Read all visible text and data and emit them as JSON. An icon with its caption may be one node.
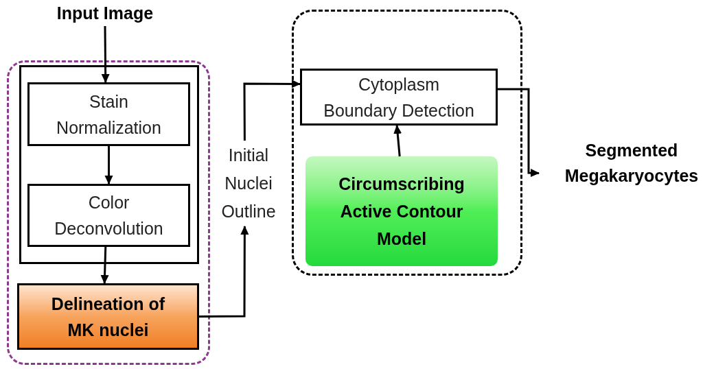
{
  "diagram": {
    "nodes": [
      {
        "text": [
          "Input Image"
        ]
      },
      {
        "text": [],
        "shape": "box"
      },
      {
        "text": [],
        "shape": "box",
        "in": 1
      },
      {
        "text": [
          "Stain Normalization"
        ],
        "in": 2
      },
      {
        "text": [
          "Color Deconvolution"
        ],
        "in": 2
      },
      {
        "text": [
          "Delineation of MK nuclei"
        ],
        "in": 1
      },
      {
        "text": [
          "Initial Nuclei Outline"
        ]
      },
      {
        "text": [],
        "shape": "box"
      },
      {
        "text": [
          "Cytoplasm Boundary Detection"
        ],
        "in": 7
      },
      {
        "text": [
          "Circumscribing Active Contour Model"
        ],
        "in": 7
      },
      {
        "text": [
          "Segmented Megakaryocytes"
        ]
      }
    ],
    "edges": [
      {
        "from": 0,
        "to": 3,
        "arrow": "to"
      },
      {
        "from": 3,
        "to": 4,
        "arrow": "to"
      },
      {
        "from": 4,
        "to": 5,
        "arrow": "to"
      },
      {
        "from": 5,
        "to": 6,
        "arrow": "to"
      },
      {
        "from": 6,
        "to": 8,
        "arrow": "to"
      },
      {
        "from": 9,
        "to": 8,
        "arrow": "to"
      },
      {
        "from": 8,
        "to": 10,
        "arrow": "to"
      }
    ]
  }
}
